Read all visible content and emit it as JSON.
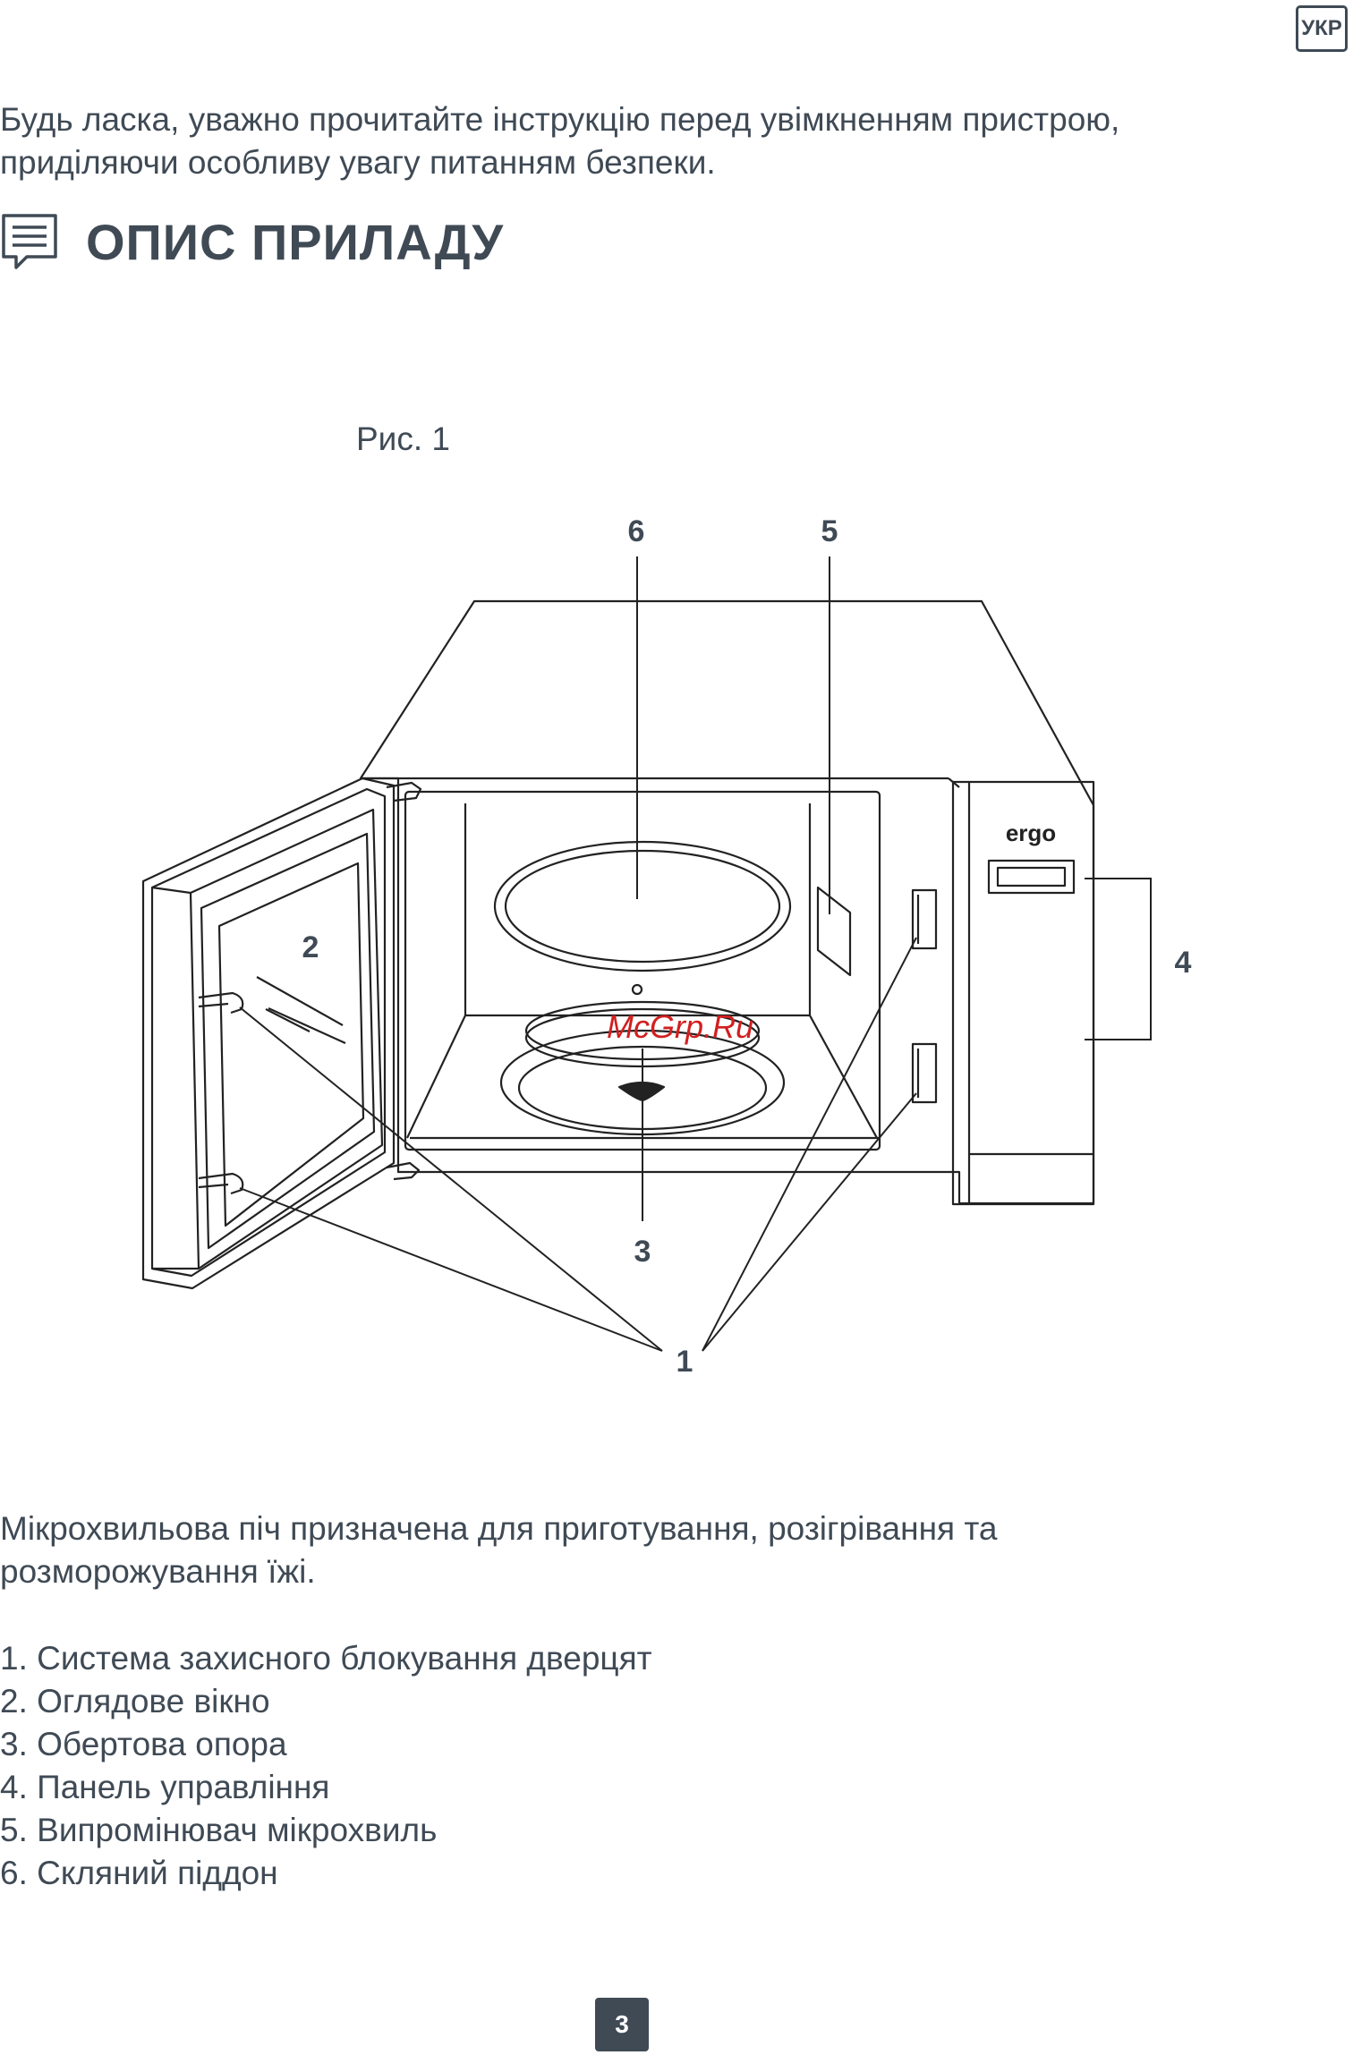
{
  "header": {
    "language_badge": "УКР"
  },
  "intro": {
    "text": "Будь ласка, уважно прочитайте інструкцію перед увімкненням пристрою, приділяючи особливу увагу питанням безпеки."
  },
  "section": {
    "title": "ОПИС ПРИЛАДУ",
    "icon": "document-icon"
  },
  "figure": {
    "caption": "Рис. 1",
    "brand_logo": "ergo",
    "watermark": "McGrp.Ru",
    "callouts": {
      "c1": "1",
      "c2": "2",
      "c3": "3",
      "c4": "4",
      "c5": "5",
      "c6": "6"
    }
  },
  "description": "Мікрохвильова піч призначена для приготування, розігрівання та розморожування їжі.",
  "parts": [
    "1. Система захисного блокування дверцят",
    "2. Оглядове вікно",
    "3. Обертова опора",
    "4. Панель управління",
    "5. Випромінювач мікрохвиль",
    "6. Скляний піддон"
  ],
  "page_number": "3",
  "colors": {
    "text": "#3f4a55",
    "watermark": "#d21f1f"
  }
}
